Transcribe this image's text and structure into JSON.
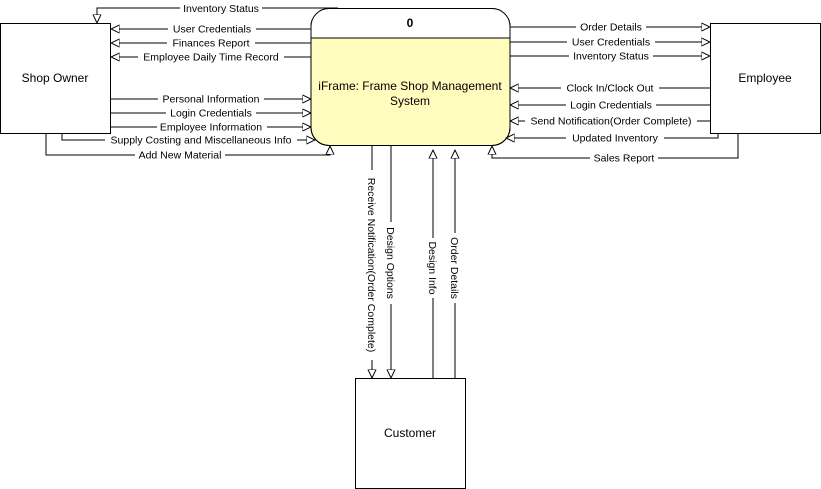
{
  "process": {
    "number": "0",
    "name_line1": "iFrame: Frame Shop Management",
    "name_line2": "System",
    "fill": "#fffcbe"
  },
  "entities": {
    "shop_owner": "Shop Owner",
    "employee": "Employee",
    "customer": "Customer"
  },
  "flows": {
    "owner_inventory_status": "Inventory Status",
    "owner_user_credentials": "User Credentials",
    "owner_finances_report": "Finances Report",
    "owner_employee_time_record": "Employee Daily Time Record",
    "owner_personal_information": "Personal Information",
    "owner_login_credentials": "Login Credentials",
    "owner_employee_information": "Employee Information",
    "owner_supply_costing": "Supply Costing and Miscellaneous Info",
    "owner_add_material": "Add New Material",
    "emp_order_details": "Order Details",
    "emp_user_credentials": "User Credentials",
    "emp_inventory_status": "Inventory Status",
    "emp_clock": "Clock In/Clock Out",
    "emp_login_credentials": "Login Credentials",
    "emp_send_notification": "Send Notification(Order Complete)",
    "emp_updated_inventory": "Updated Inventory",
    "emp_sales_report": "Sales Report",
    "cust_receive_notification": "Receive Notification(Order Complete)",
    "cust_design_options": "Design Options",
    "cust_design_info": "Design Info",
    "cust_order_details": "Order Details"
  }
}
